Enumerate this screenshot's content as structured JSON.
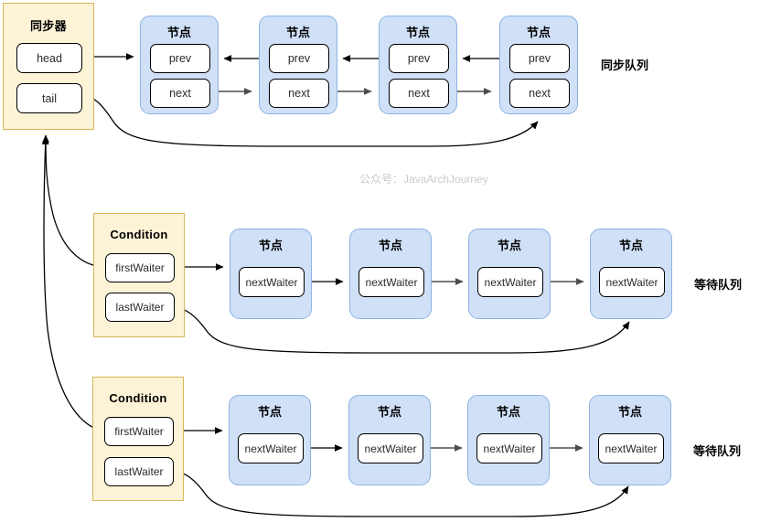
{
  "diagram": {
    "title_watermark": "公众号：JavaArchJourney",
    "colors": {
      "yellow_fill": "#fdf3d6",
      "yellow_border": "#d6b656",
      "blue_fill": "#cfe0f7",
      "blue_border": "#8db3e2",
      "field_fill": "#ffffff",
      "field_border": "#000000",
      "edge": "#000000",
      "watermark": "#c9c9c9"
    },
    "side_labels": [
      {
        "text": "同步队列"
      },
      {
        "text": "等待队列"
      },
      {
        "text": "等待队列"
      }
    ],
    "sync_block": {
      "title": "同步器",
      "fields": [
        {
          "label": "head"
        },
        {
          "label": "tail"
        }
      ]
    },
    "sync_nodes": [
      {
        "title": "节点",
        "fields": [
          {
            "label": "prev"
          },
          {
            "label": "next"
          }
        ]
      },
      {
        "title": "节点",
        "fields": [
          {
            "label": "prev"
          },
          {
            "label": "next"
          }
        ]
      },
      {
        "title": "节点",
        "fields": [
          {
            "label": "prev"
          },
          {
            "label": "next"
          }
        ]
      },
      {
        "title": "节点",
        "fields": [
          {
            "label": "prev"
          },
          {
            "label": "next"
          }
        ]
      }
    ],
    "condition_blocks": [
      {
        "title": "Condition",
        "fields": [
          {
            "label": "firstWaiter"
          },
          {
            "label": "lastWaiter"
          }
        ],
        "nodes": [
          {
            "title": "节点",
            "fields": [
              {
                "label": "nextWaiter"
              }
            ]
          },
          {
            "title": "节点",
            "fields": [
              {
                "label": "nextWaiter"
              }
            ]
          },
          {
            "title": "节点",
            "fields": [
              {
                "label": "nextWaiter"
              }
            ]
          },
          {
            "title": "节点",
            "fields": [
              {
                "label": "nextWaiter"
              }
            ]
          }
        ]
      },
      {
        "title": "Condition",
        "fields": [
          {
            "label": "firstWaiter"
          },
          {
            "label": "lastWaiter"
          }
        ],
        "nodes": [
          {
            "title": "节点",
            "fields": [
              {
                "label": "nextWaiter"
              }
            ]
          },
          {
            "title": "节点",
            "fields": [
              {
                "label": "nextWaiter"
              }
            ]
          },
          {
            "title": "节点",
            "fields": [
              {
                "label": "nextWaiter"
              }
            ]
          },
          {
            "title": "节点",
            "fields": [
              {
                "label": "nextWaiter"
              }
            ]
          }
        ]
      }
    ]
  }
}
